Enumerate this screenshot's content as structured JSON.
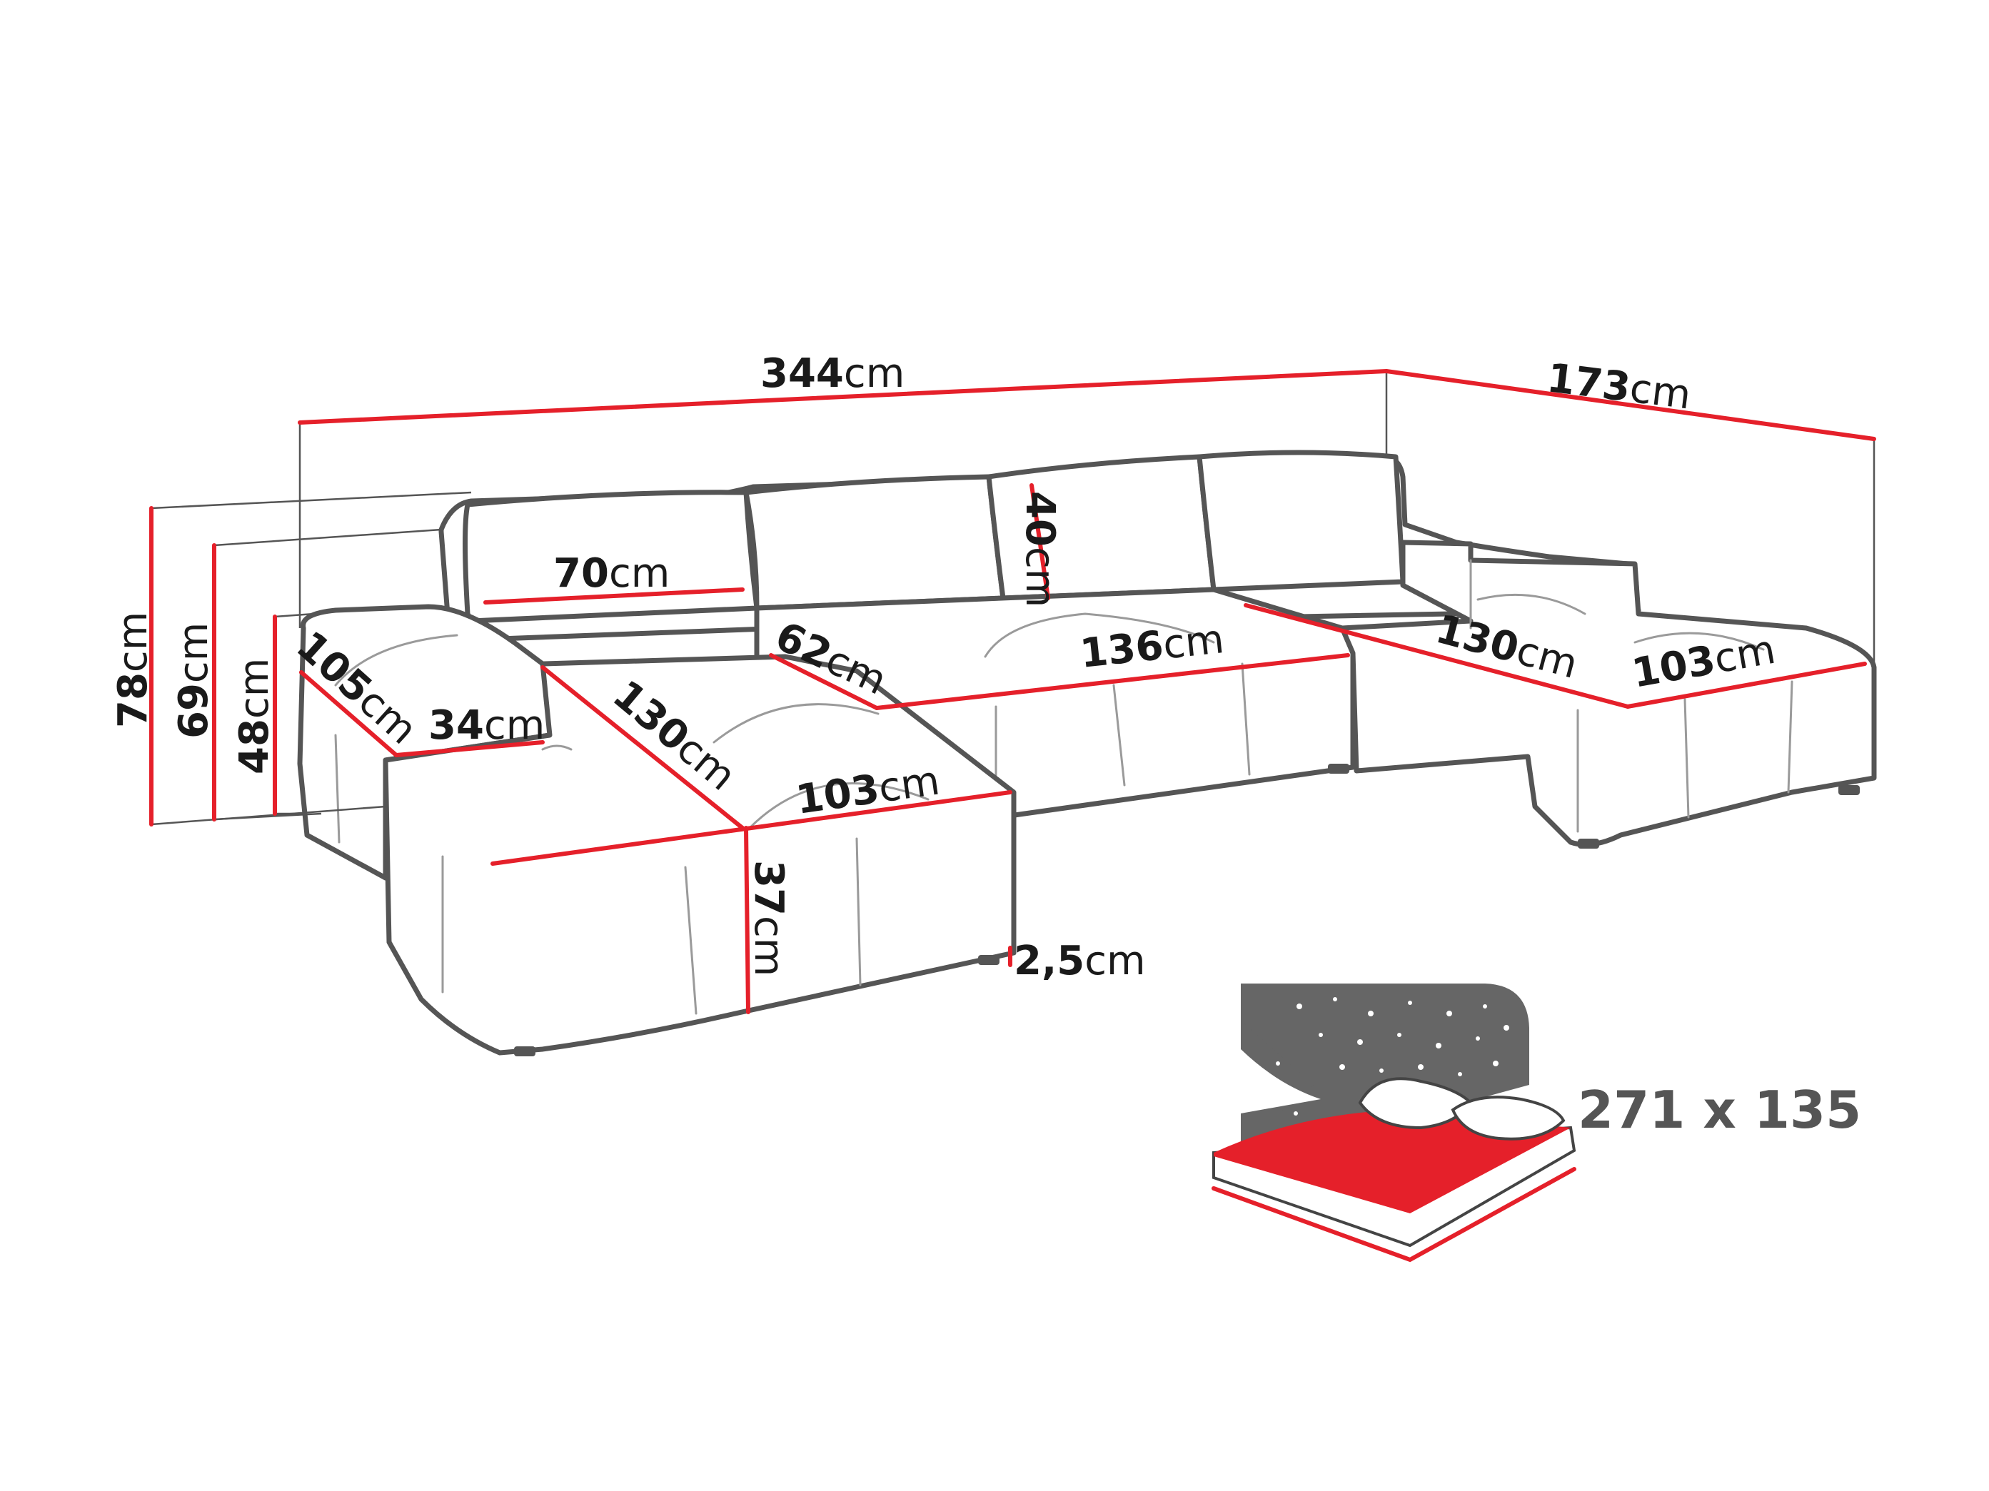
{
  "unit": "cm",
  "colors": {
    "dimension_line": "#e5202a",
    "outline": "#555555",
    "bed_surface": "#e5202a",
    "night_panel": "#666666"
  },
  "dimensions": {
    "total_width": "344",
    "right_depth": "173",
    "height_total": "78",
    "height_back": "69",
    "height_arm": "48",
    "cushion_width": "70",
    "cushion_height": "40",
    "arm_depth": "105",
    "arm_width": "34",
    "left_chaise_length": "130",
    "left_chaise_width": "103",
    "seat_height": "37",
    "seat_depth": "62",
    "middle_width": "136",
    "right_chaise_length": "130",
    "right_chaise_width": "103",
    "leg_height": "2,5"
  },
  "bed": {
    "size_label": "271 x 135",
    "icon": "bed-sleep-area-icon"
  }
}
